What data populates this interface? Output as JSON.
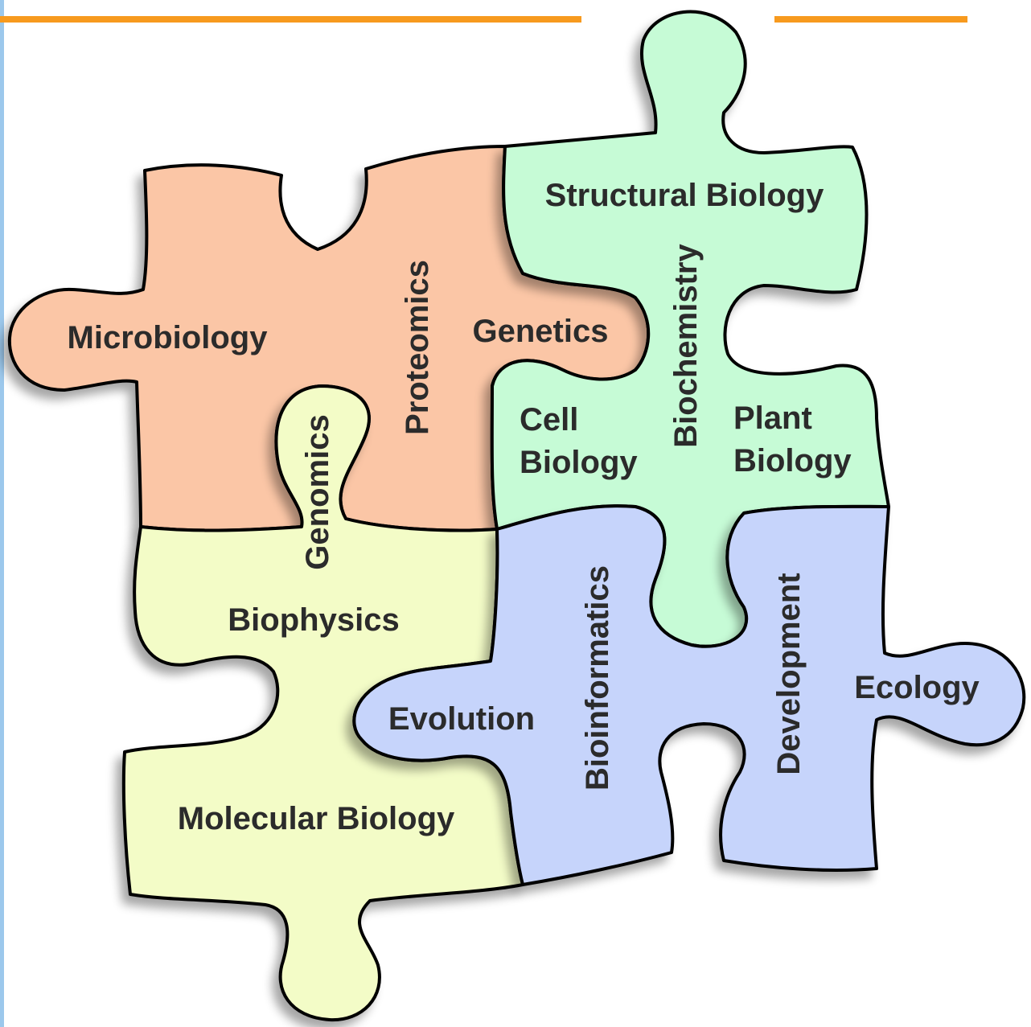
{
  "colors": {
    "orange_piece": "#fbc6a6",
    "green_piece": "#c6fbd6",
    "yellow_piece": "#f3fcc7",
    "blue_piece": "#c6d4fb",
    "top_bars": "#f79a1e",
    "left_rule": "#9cc8ec"
  },
  "pieces": {
    "orange": {
      "labels": {
        "microbiology": "Microbiology",
        "proteomics": "Proteomics",
        "genetics": "Genetics"
      }
    },
    "green": {
      "labels": {
        "structural_biology": "Structural Biology",
        "biochemistry": "Biochemistry",
        "cell": "Cell",
        "cell_biology": "Biology",
        "plant": "Plant",
        "plant_biology": "Biology"
      }
    },
    "yellow": {
      "labels": {
        "genomics": "Genomics",
        "biophysics": "Biophysics",
        "molecular_biology": "Molecular Biology"
      }
    },
    "blue": {
      "labels": {
        "evolution": "Evolution",
        "bioinformatics": "Bioinformatics",
        "development": "Development",
        "ecology": "Ecology"
      }
    }
  }
}
